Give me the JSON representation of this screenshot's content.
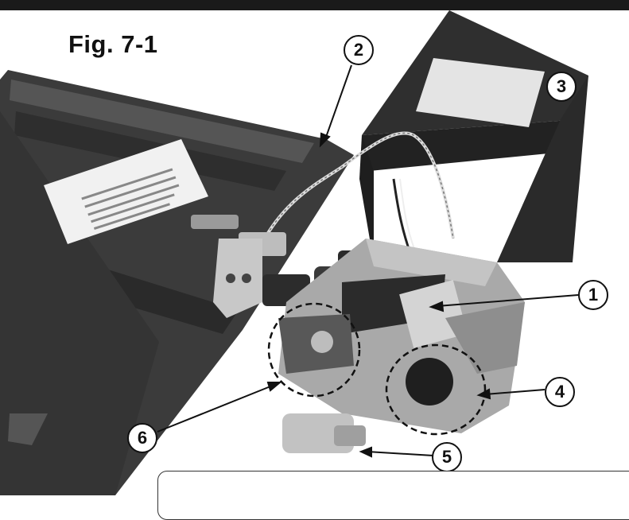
{
  "figure": {
    "title": "Fig. 7-1"
  },
  "callouts": [
    {
      "id": "1",
      "label": "1"
    },
    {
      "id": "2",
      "label": "2"
    },
    {
      "id": "3",
      "label": "3"
    },
    {
      "id": "4",
      "label": "4"
    },
    {
      "id": "5",
      "label": "5"
    },
    {
      "id": "6",
      "label": "6"
    }
  ],
  "colors": {
    "background": "#ffffff",
    "outline": "#111111",
    "tray": "#3a3a3a",
    "valve_body": "#a8a8a8"
  }
}
